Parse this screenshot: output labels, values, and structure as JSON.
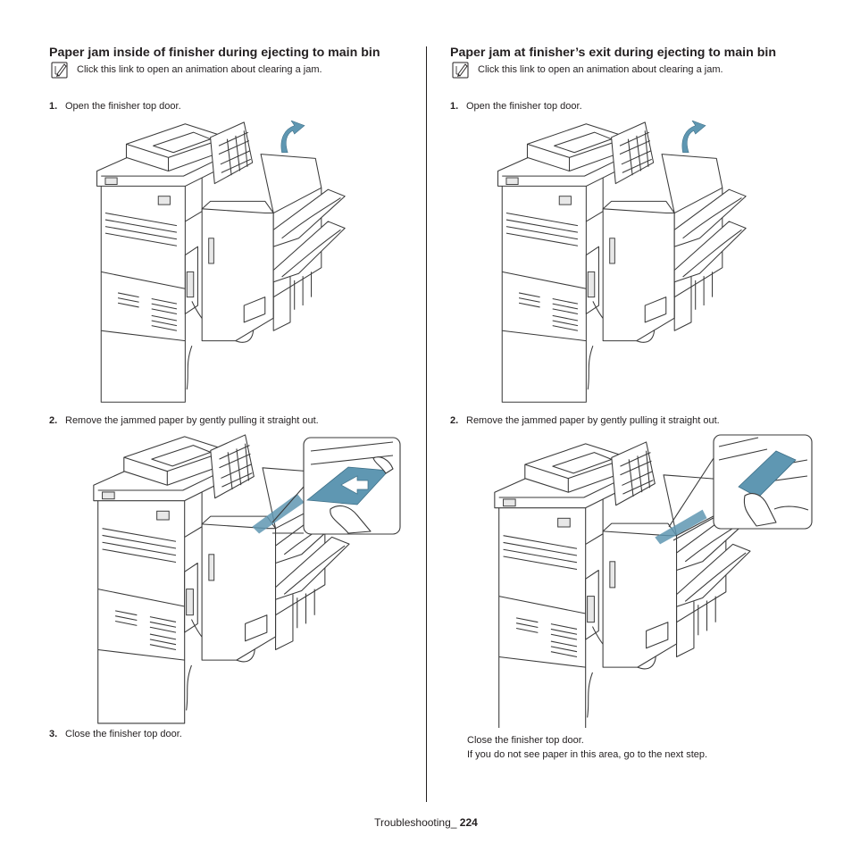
{
  "left_section": {
    "heading": "Paper jam inside of finisher during ejecting to main bin",
    "note_text": "Click this link to open an animation about clearing a jam.",
    "steps": [
      {
        "num": "1.",
        "text": "Open the finisher top door."
      },
      {
        "num": "2.",
        "text": "Remove the jammed paper by gently pulling it straight out."
      },
      {
        "num": "3.",
        "text": "Close the finisher top door."
      }
    ]
  },
  "right_section": {
    "heading": "Paper jam at finisher’s exit during ejecting to main bin",
    "note_text": "Click this link to open an animation about clearing a jam.",
    "steps": [
      {
        "num": "1.",
        "text": "Open the finisher top door."
      },
      {
        "num": "2.",
        "text": "Remove the jammed paper by gently pulling it straight out."
      }
    ],
    "trailing_lines": [
      "Close the finisher top door.",
      "If you do not see paper in this area, go to the next step."
    ]
  },
  "footer": {
    "label": "Troubleshooting_",
    "page_number": "224"
  },
  "icons": {
    "note": "pencil-note-icon",
    "open_arrow": "curved-arrow-icon",
    "pull_arrow": "double-arrow-icon"
  },
  "colors": {
    "jam_paper": "#5f97b2",
    "text": "#231f20",
    "arrow": "#5f97b2"
  }
}
